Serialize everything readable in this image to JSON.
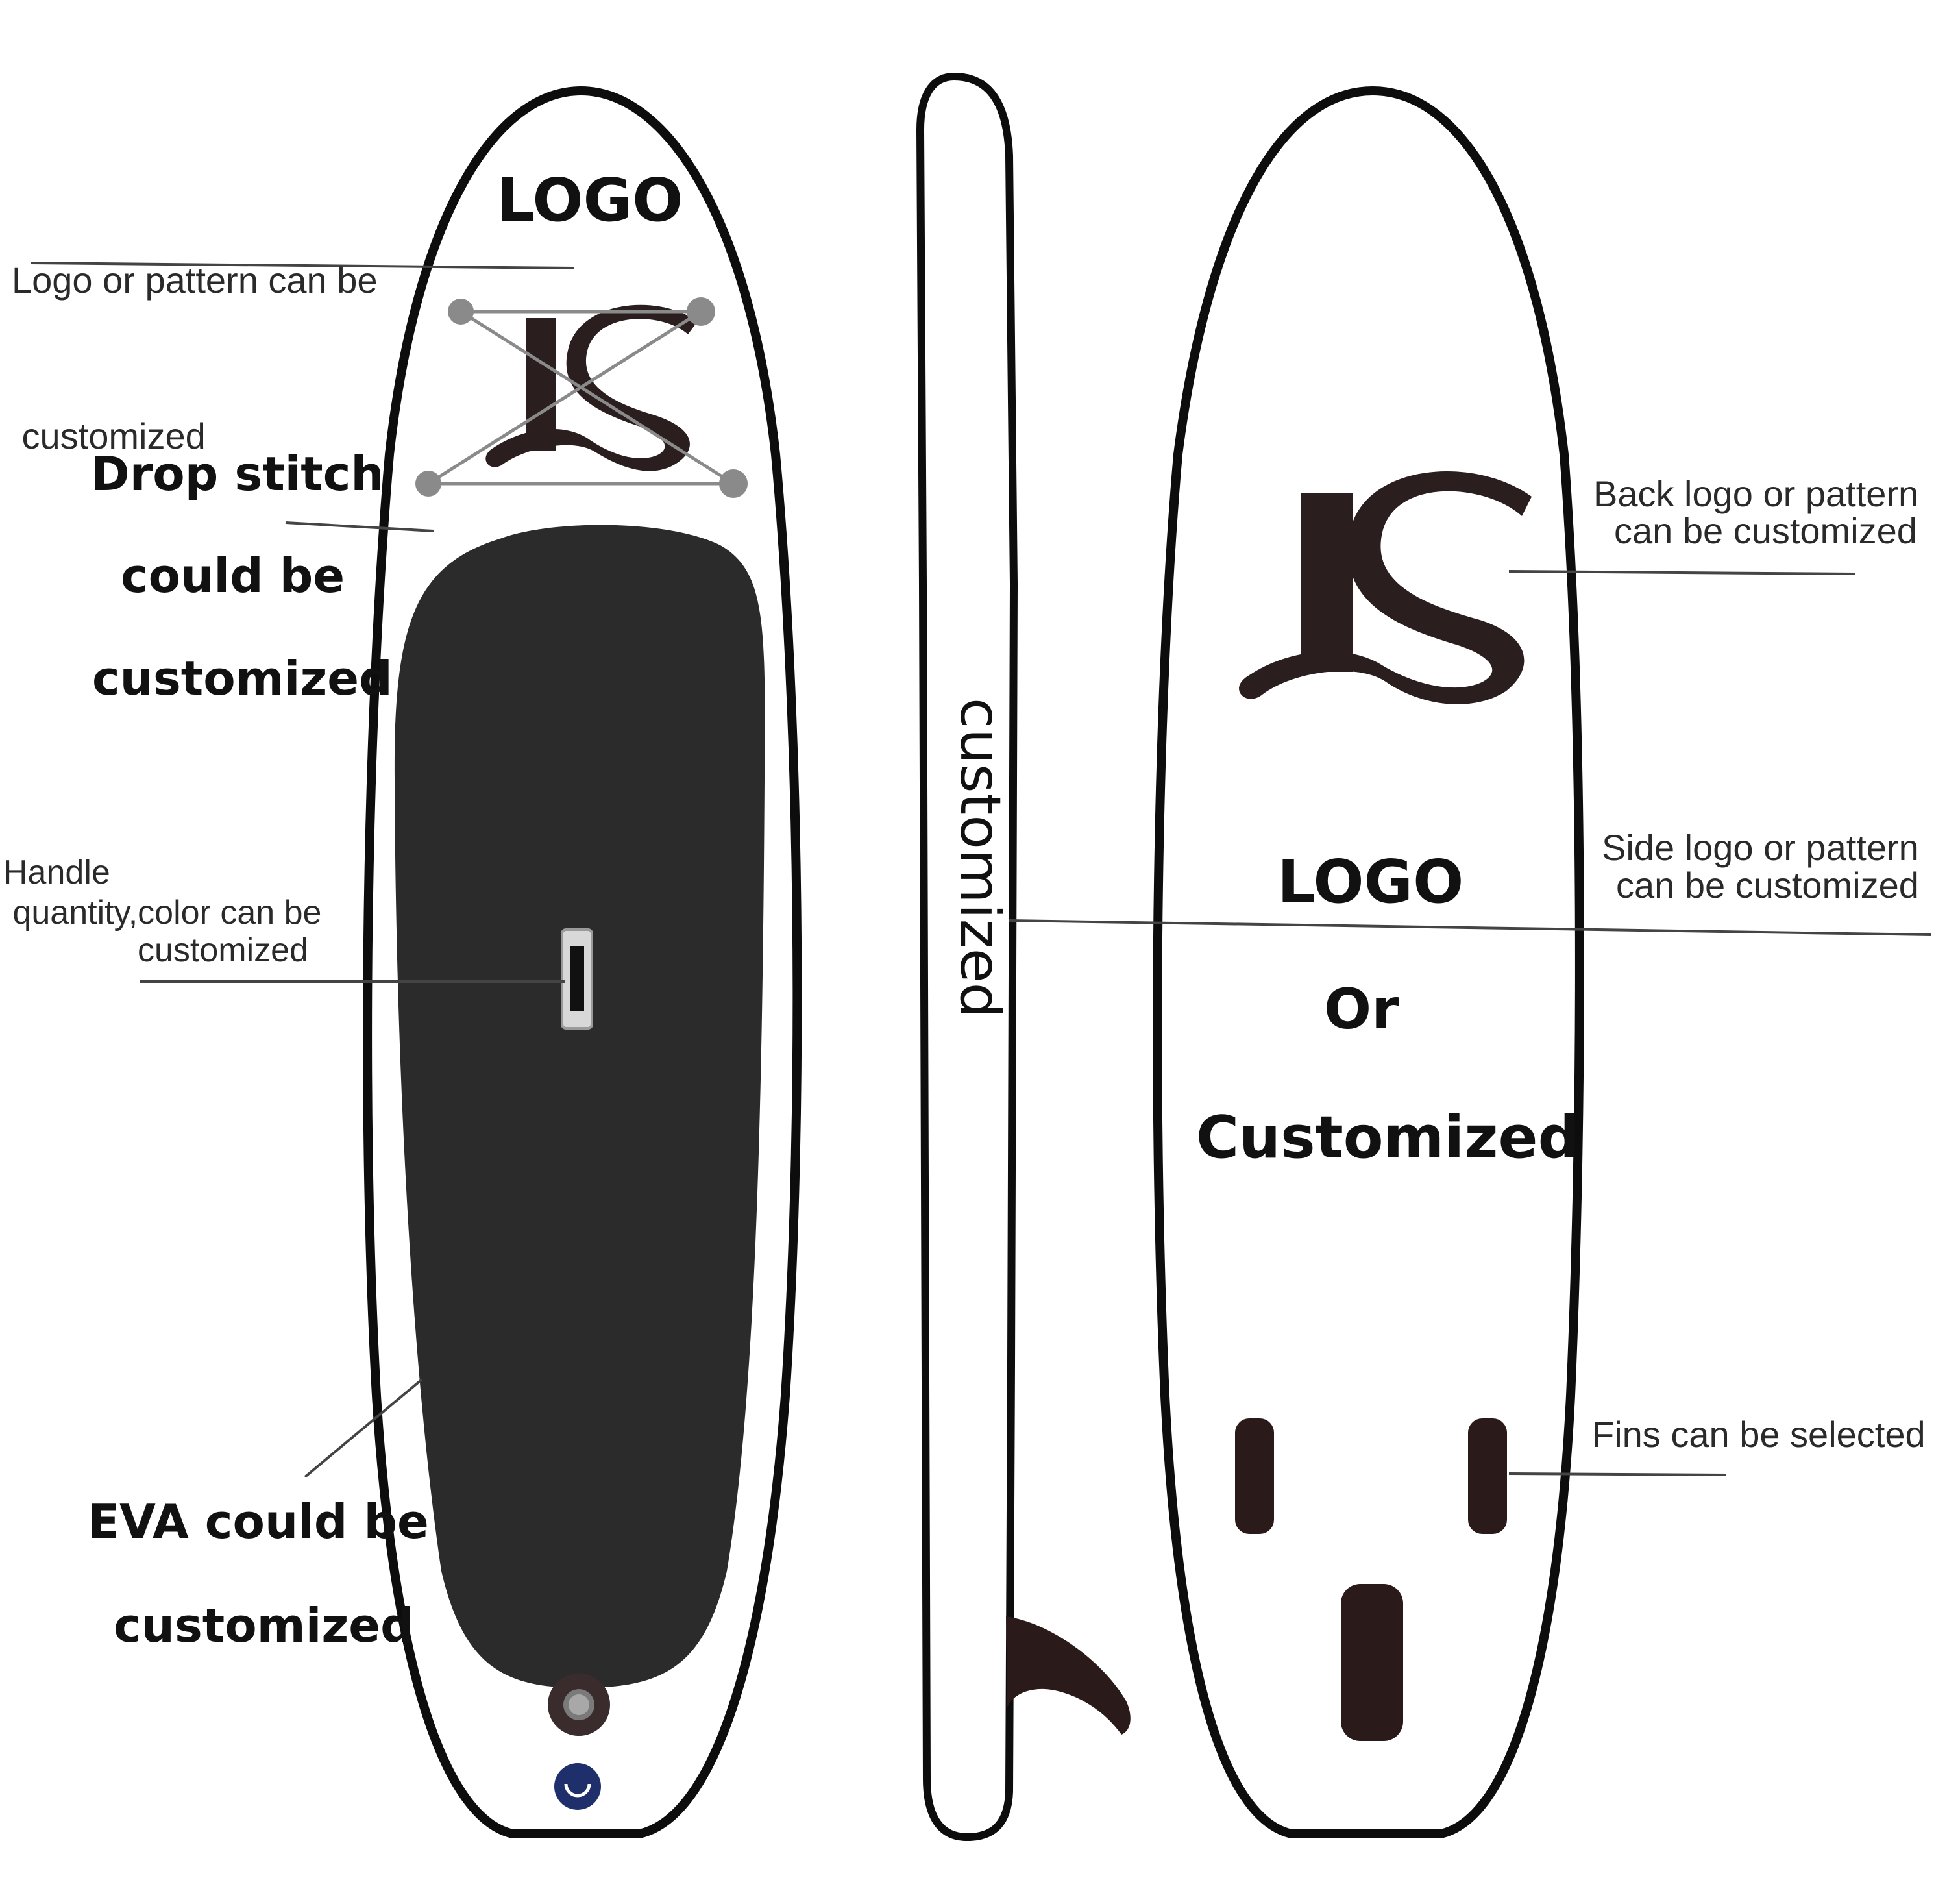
{
  "colors": {
    "board_outline": "#0d0d0d",
    "board_fill": "#ffffff",
    "deck_pad": "#2b2b2b",
    "logo": "#2a1e1e",
    "bungee": "#8a8a8a",
    "valve_ring": "#3a2c2c",
    "leash_plug": "#1f2f6b",
    "fins": "#2a1a1a",
    "callout_line": "#444444"
  },
  "front_board": {
    "logo_text": "LOGO",
    "brand_mark": "JS"
  },
  "side_board": {
    "side_text": "customized"
  },
  "back_board": {
    "brand_mark": "JS",
    "text_line1": "LOGO",
    "text_line2": "Or",
    "text_line3": "Customized"
  },
  "callouts": {
    "logo_pattern": {
      "line1": "Logo or pattern can be",
      "line2": " customized"
    },
    "drop_stitch": {
      "line1": "Drop stitch",
      "line2": "could be",
      "line3": "customized"
    },
    "handle": {
      "line1": "Handle",
      "line2": " quantity,color can be",
      "line3": "customized"
    },
    "eva": {
      "line1": "EVA could be",
      "line2": "customized"
    },
    "back_logo": {
      "line1": "Back logo or pattern",
      "line2": "can be customized"
    },
    "side_logo": {
      "line1": "Side logo or pattern",
      "line2": "can be customized"
    },
    "fins": {
      "line1": "Fins can be selected"
    }
  }
}
